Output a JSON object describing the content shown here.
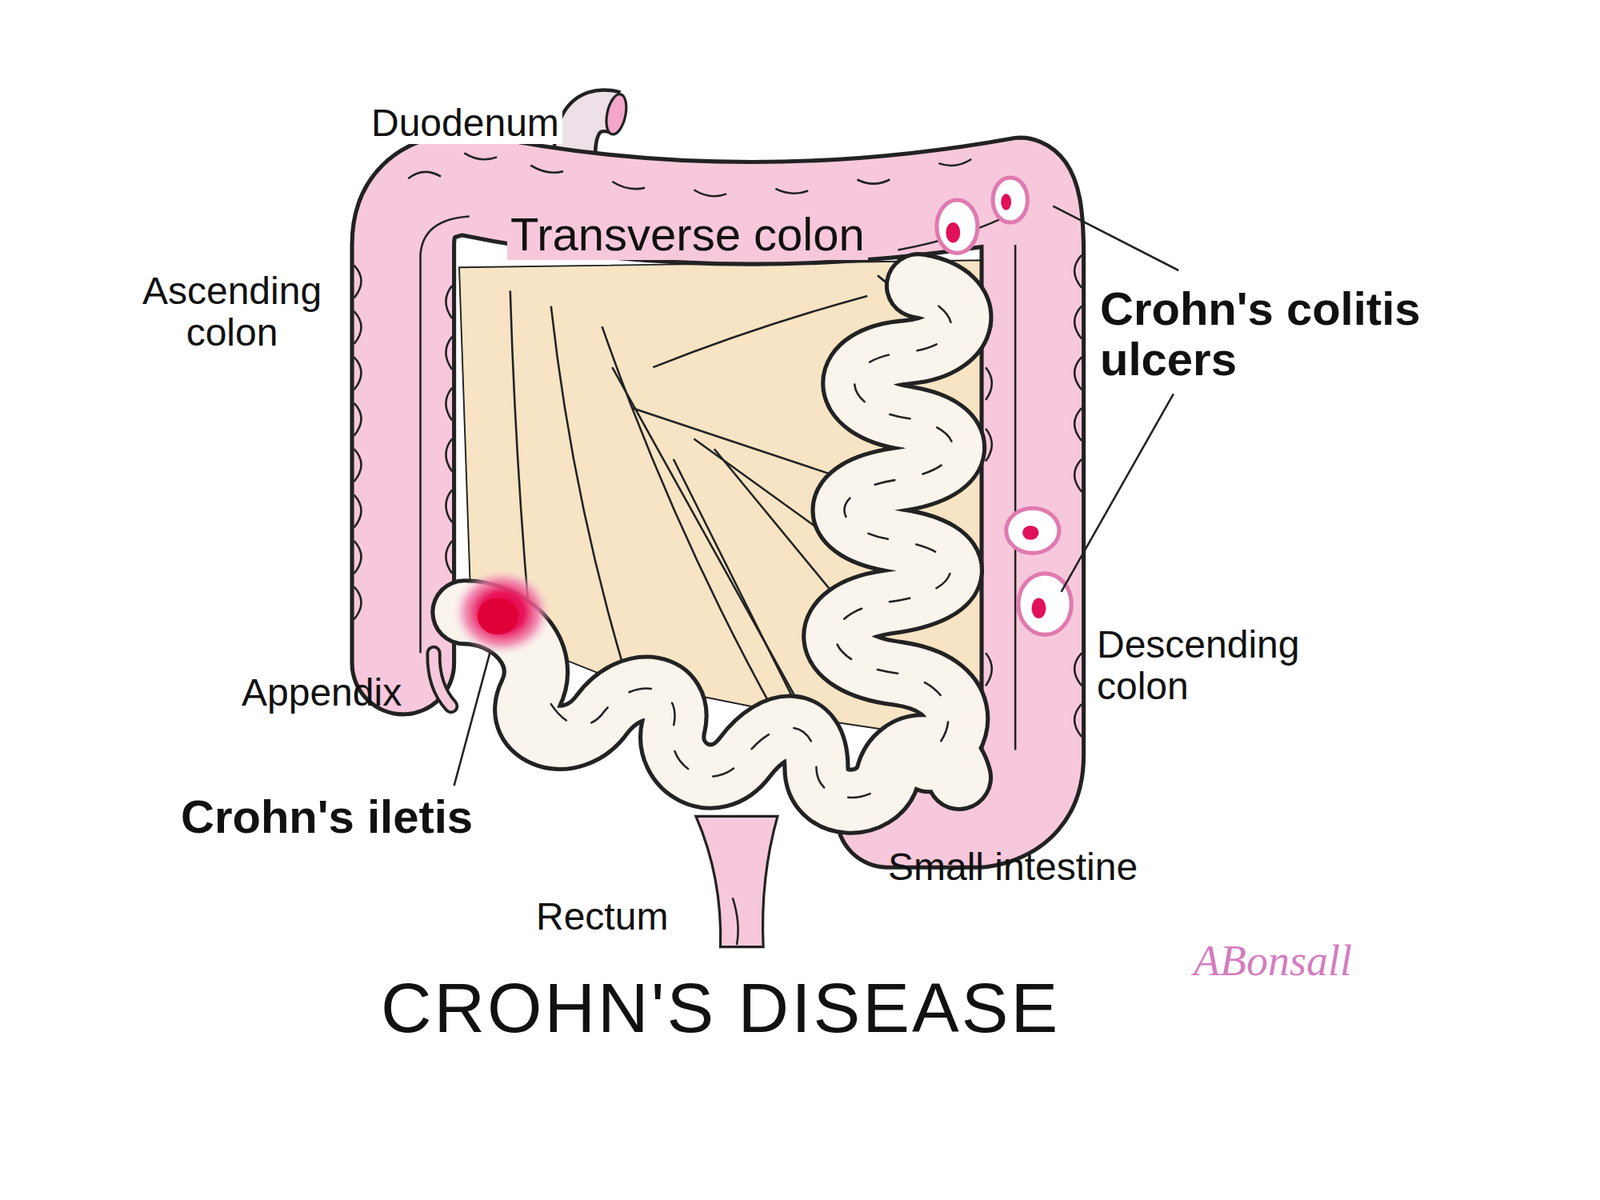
{
  "diagram": {
    "title": "CROHN'S DISEASE",
    "labels": [
      "Duodenum",
      "Transverse colon",
      "Ascending colon",
      "Crohn's colitis ulcers",
      "Descending colon",
      "Appendix",
      "Crohn's iletis",
      "Small intestine",
      "Rectum",
      "ABonsall"
    ]
  }
}
